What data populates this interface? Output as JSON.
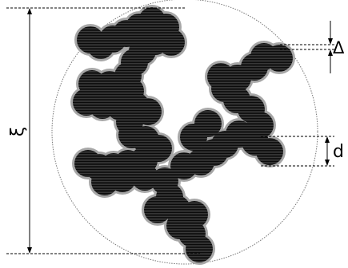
{
  "labels": {
    "xi": "ξ",
    "delta": "Δ",
    "d": "d"
  },
  "colors": {
    "particle_fill": "#0b0b0b",
    "particle_shell": "#a7a7a7",
    "guide_lines": "#000000",
    "envelope_circle": "#777777"
  }
}
